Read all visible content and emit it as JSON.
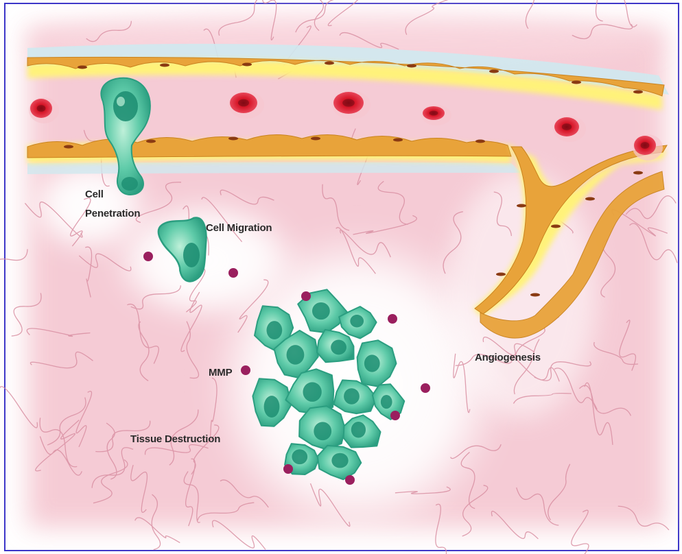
{
  "labels": {
    "cell_penetration_line1": "Cell",
    "cell_penetration_line2": "Penetration",
    "cell_migration": "Cell Migration",
    "mmp": "MMP",
    "tissue_destruction": "Tissue Destruction",
    "angiogenesis": "Angiogenesis"
  },
  "colors": {
    "frame_border": "#3b35c8",
    "tissue_pink": "#f2b7c3",
    "fiber": "#d98fa2",
    "vessel_wall": "#e8a33a",
    "vessel_glow": "#fff27a",
    "red_blood_cell": "#d7182a",
    "tumor_cell": "#3fbf9a",
    "tumor_nucleus": "#1f8f73",
    "mmp_dot": "#9a1f5e"
  }
}
